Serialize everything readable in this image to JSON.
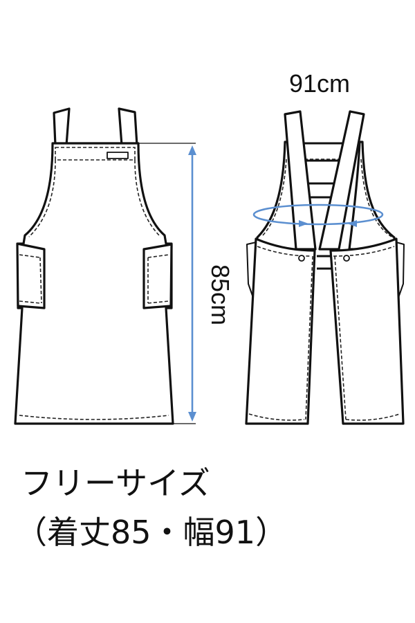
{
  "measurements": {
    "width_label": "91cm",
    "length_label": "85cm"
  },
  "caption": {
    "size_name": "フリーサイズ",
    "size_detail": "（着丈85・幅91）"
  },
  "colors": {
    "dimension_arrow": "#5b8fd0",
    "outline": "#111111"
  }
}
